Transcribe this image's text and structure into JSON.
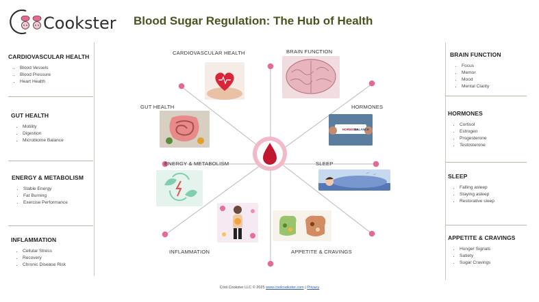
{
  "brand": {
    "logo_text": "Cookster"
  },
  "page": {
    "title": "Blood Sugar Regulation: The Hub of Health"
  },
  "left_panels": [
    {
      "title": "CARDIOVASCULAR HEALTH",
      "items": [
        "Blood Vessels",
        "Blood Pressure",
        "Heart Health"
      ]
    },
    {
      "title": "GUT HEALTH",
      "items": [
        "Motility",
        "Digestion",
        "Microbiome Balance"
      ]
    },
    {
      "title": "ENERGY & METABOLISM",
      "items": [
        "Stable Energy",
        "Fat Burning",
        "Exercise Performance"
      ]
    },
    {
      "title": "INFLAMMATION",
      "items": [
        "Cellular Stress",
        "Recovery",
        "Chronic Disease Risk"
      ]
    }
  ],
  "right_panels": [
    {
      "title": "BRAIN FUNCTION",
      "items": [
        "Focus",
        "Memor",
        "Mood",
        "Mental Clarity"
      ]
    },
    {
      "title": "HORMONES",
      "items": [
        "Cortisol",
        "Estrogen",
        "Progesterone",
        "Testosterone"
      ]
    },
    {
      "title": "SLEEP",
      "items": [
        "Falling asleep",
        "Staying asleep",
        "Restorative sleep"
      ]
    },
    {
      "title": "APPETITE & CRAVINGS",
      "items": [
        "Hunger Signals",
        "Satiety",
        "Sugar Cravings"
      ]
    }
  ],
  "hub": {
    "labels": {
      "cardio": "CARDIOVASCULAR HEALTH",
      "brain": "BRAIN FUNCTION",
      "gut": "GUT HEALTH",
      "hormones": "HORMONES",
      "energy": "ENERGY & METABOLISM",
      "sleep": "SLEEP",
      "inflammation": "INFLAMMATION",
      "appetite": "APPETITE & CRAVINGS"
    },
    "balance_sign": {
      "line1": "HORMONE",
      "line2": "BALANCE"
    },
    "colors": {
      "dot": "#e46b8d",
      "drop": "#c0182e",
      "ring": "#f2b9c8"
    }
  },
  "footer": {
    "text": "Cool Cookster LLC © 2025",
    "link": "www.coolcookster.com",
    "separator": "|",
    "privacy": "Privacy"
  }
}
